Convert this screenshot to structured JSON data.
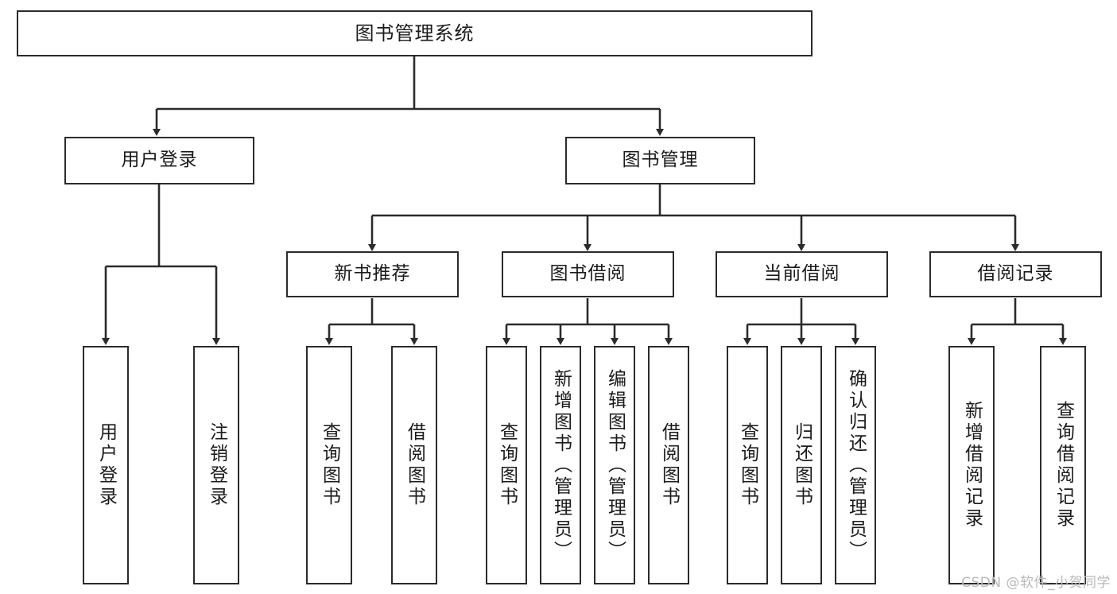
{
  "diagram": {
    "type": "tree-hierarchy-chart",
    "title": "图书管理系统",
    "line_color": "#2b2b2b",
    "box_fill": "#ffffff",
    "text_color": "#1b1b1b",
    "levels": {
      "root": {
        "label": "图书管理系统"
      },
      "level2": [
        {
          "id": "user-login",
          "label": "用户登录"
        },
        {
          "id": "book-management",
          "label": "图书管理"
        }
      ],
      "level3": [
        {
          "id": "new-book-recommend",
          "label": "新书推荐"
        },
        {
          "id": "book-borrow",
          "label": "图书借阅"
        },
        {
          "id": "current-borrow",
          "label": "当前借阅"
        },
        {
          "id": "borrow-record",
          "label": "借阅记录"
        }
      ],
      "leaves": {
        "user_login": [
          {
            "id": "leaf-user-login",
            "label": "用户登录"
          },
          {
            "id": "leaf-logout-login",
            "label": "注销登录"
          }
        ],
        "new_book_recommend": [
          {
            "id": "leaf-query-book-1",
            "label": "查询图书"
          },
          {
            "id": "leaf-borrow-book-1",
            "label": "借阅图书"
          }
        ],
        "book_borrow": [
          {
            "id": "leaf-query-book-2",
            "label": "查询图书"
          },
          {
            "id": "leaf-add-book",
            "label": "新增图书（管理员）"
          },
          {
            "id": "leaf-edit-book",
            "label": "编辑图书（管理员）"
          },
          {
            "id": "leaf-borrow-book-2",
            "label": "借阅图书"
          }
        ],
        "current_borrow": [
          {
            "id": "leaf-query-book-3",
            "label": "查询图书"
          },
          {
            "id": "leaf-return-book",
            "label": "归还图书"
          },
          {
            "id": "leaf-confirm-return",
            "label": "确认归还（管理员）"
          }
        ],
        "borrow_record": [
          {
            "id": "leaf-add-record",
            "label": "新增借阅记录"
          },
          {
            "id": "leaf-query-record",
            "label": "查询借阅记录"
          }
        ]
      }
    }
  },
  "watermark": {
    "text": "CSDN @软件_小贺同学"
  }
}
